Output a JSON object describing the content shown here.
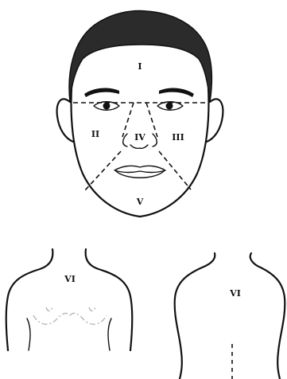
{
  "face": {
    "zones": [
      {
        "id": "I",
        "label": "I"
      },
      {
        "id": "II",
        "label": "II"
      },
      {
        "id": "III",
        "label": "III"
      },
      {
        "id": "IV",
        "label": "IV"
      },
      {
        "id": "V",
        "label": "V"
      }
    ]
  },
  "chest": {
    "label": "VI"
  },
  "back": {
    "label": "VI"
  },
  "colors": {
    "hair": "#2b2b2b",
    "line": "#111111",
    "chest_hint": "#aab0b6"
  }
}
